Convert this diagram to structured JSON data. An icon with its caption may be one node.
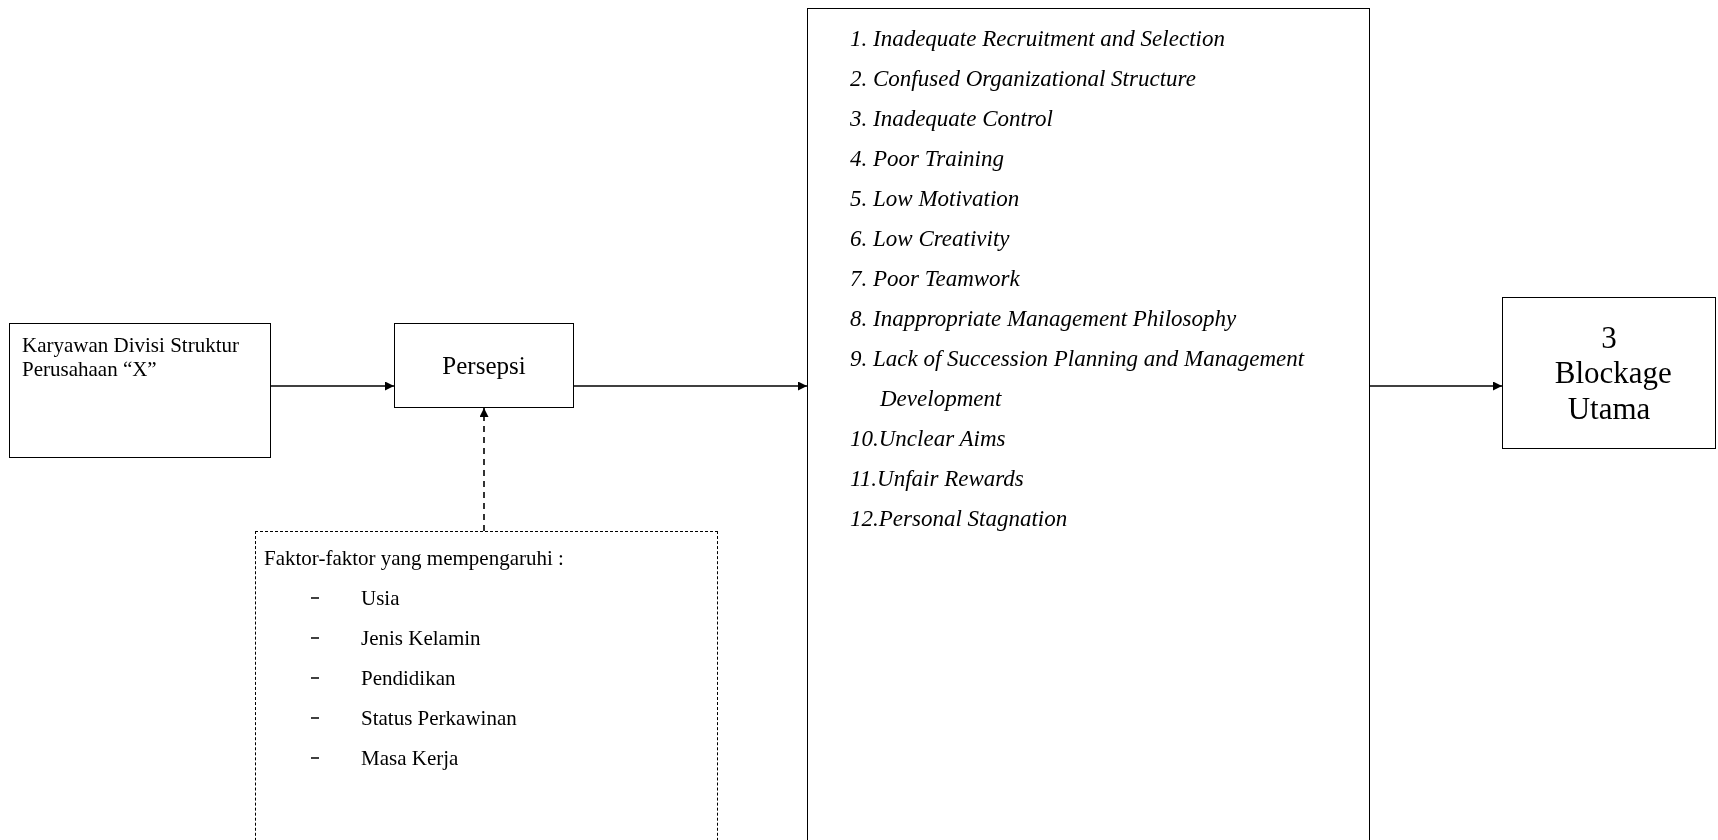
{
  "diagram": {
    "nodes": [
      {
        "text": [
          "Karyawan Divisi Struktur Perusahaan “X”"
        ]
      },
      {
        "text": [
          "Persepsi"
        ]
      },
      {
        "text": [
          "1. Inadequate Recruitment and Selection",
          "2. Confused Organizational Structure",
          "3. Inadequate Control",
          "4. Poor Training",
          "5. Low Motivation",
          "6. Low Creativity",
          "7. Poor Teamwork",
          "8. Inappropriate Management Philosophy",
          "9. Lack of Succession Planning and Management Development",
          "10.Unclear Aims",
          "11.Unfair Rewards",
          "12.Personal Stagnation"
        ]
      },
      {
        "text": [
          "3 Blockage Utama"
        ]
      },
      {
        "text": [
          "Faktor-faktor yang mempengaruhi :",
          "Usia",
          "Jenis Kelamin",
          "Pendidikan",
          "Status Perkawinan",
          "Masa Kerja"
        ]
      }
    ],
    "edges": [
      {
        "from": 0,
        "to": 1,
        "arrow": "to"
      },
      {
        "from": 1,
        "to": 2,
        "arrow": "to"
      },
      {
        "from": 2,
        "to": 3,
        "arrow": "to"
      },
      {
        "from": 4,
        "to": 1,
        "arrow": "to",
        "style": "dashed"
      }
    ]
  }
}
